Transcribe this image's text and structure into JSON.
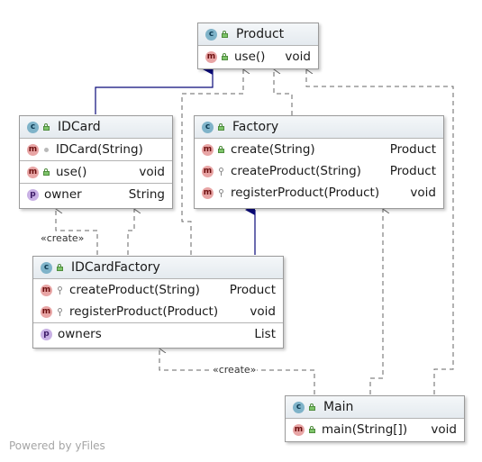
{
  "diagram": {
    "classes": {
      "product": {
        "name": "Product",
        "methods": [
          {
            "name": "use()",
            "type": "void"
          }
        ]
      },
      "idcard": {
        "name": "IDCard",
        "constructors": [
          {
            "name": "IDCard(String)"
          }
        ],
        "methods": [
          {
            "name": "use()",
            "type": "void"
          }
        ],
        "properties": [
          {
            "name": "owner",
            "type": "String"
          }
        ]
      },
      "factory": {
        "name": "Factory",
        "methods": [
          {
            "name": "create(String)",
            "type": "Product"
          },
          {
            "name": "createProduct(String)",
            "type": "Product"
          },
          {
            "name": "registerProduct(Product)",
            "type": "void"
          }
        ]
      },
      "idcardfactory": {
        "name": "IDCardFactory",
        "methods": [
          {
            "name": "createProduct(String)",
            "type": "Product"
          },
          {
            "name": "registerProduct(Product)",
            "type": "void"
          }
        ],
        "properties": [
          {
            "name": "owners",
            "type": "List"
          }
        ]
      },
      "main": {
        "name": "Main",
        "methods": [
          {
            "name": "main(String[])",
            "type": "void"
          }
        ]
      }
    },
    "labels": {
      "create_left": "«create»",
      "create_bottom": "«create»"
    },
    "icons": {
      "class": "c",
      "method": "m",
      "property": "p"
    },
    "colors": {
      "inheritance_line": "#0a0a7a",
      "dependency_line": "#666666",
      "class_icon": "#7fb3c9",
      "method_icon": "#e8a5a5",
      "property_icon": "#c8b0e4"
    },
    "watermark": "Powered by yFiles"
  }
}
